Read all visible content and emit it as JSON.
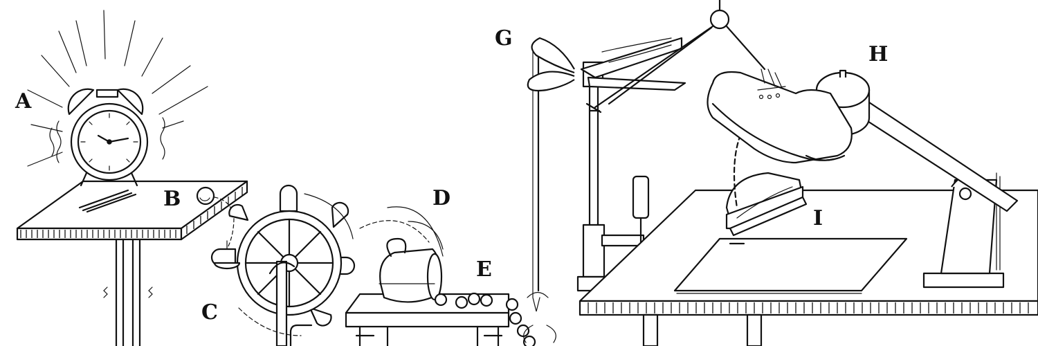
{
  "labels": {
    "a": "A",
    "b": "B",
    "c": "C",
    "d": "D",
    "e": "E",
    "g": "G",
    "h": "H",
    "i": "I"
  },
  "ink_color": "#111111",
  "background_color": "#ffffff"
}
